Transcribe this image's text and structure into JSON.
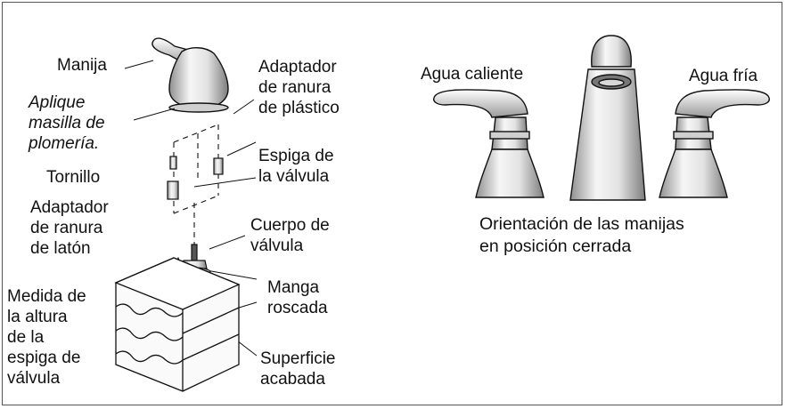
{
  "exploded_view": {
    "handle_label": "Manija",
    "putty_label": [
      "Aplique",
      "masilla de",
      "plomería."
    ],
    "plastic_adapter_label": [
      "Adaptador",
      "de ranura",
      "de plástico"
    ],
    "screw_label": "Tornillo",
    "stem_label": [
      "Espiga de",
      "la válvula"
    ],
    "brass_adapter_label": [
      "Adaptador",
      "de ranura",
      "de latón"
    ],
    "valve_body_label": [
      "Cuerpo de",
      "válvula"
    ],
    "sleeve_label": [
      "Manga",
      "roscada"
    ],
    "stem_height_label": [
      "Medida de",
      "la altura",
      "de la",
      "espiga de",
      "válvula"
    ],
    "surface_label": [
      "Superficie",
      "acabada"
    ]
  },
  "orientation_view": {
    "hot_label": "Agua caliente",
    "cold_label": "Agua fría",
    "caption": [
      "Orientación de las manijas",
      "en posición cerrada"
    ]
  },
  "colors": {
    "ink": "#111111",
    "frame": "#555555",
    "shade_light": "#f4f4f4",
    "shade_mid": "#cfcfcf",
    "shade_dark": "#8a8a8a"
  }
}
